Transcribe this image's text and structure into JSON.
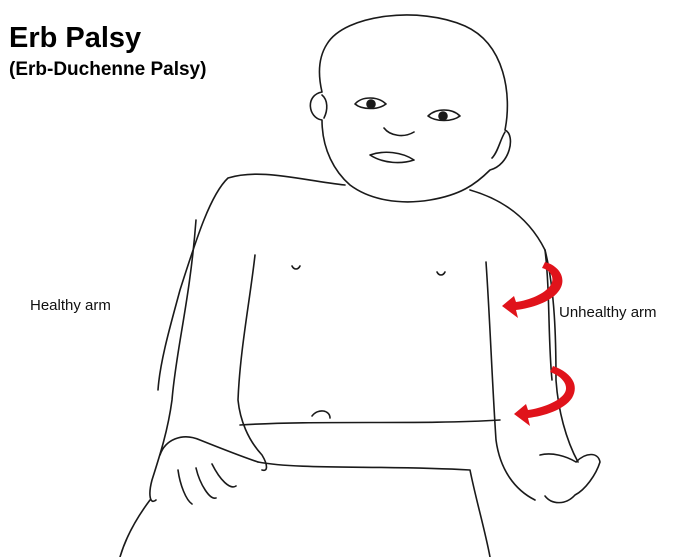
{
  "title": "Erb Palsy",
  "subtitle": "(Erb-Duchenne Palsy)",
  "labels": {
    "healthy_arm": "Healthy arm",
    "unhealthy_arm": "Unhealthy arm"
  },
  "colors": {
    "arrow": "#e0131b",
    "line": "#1a1a1a",
    "background": "#ffffff"
  }
}
